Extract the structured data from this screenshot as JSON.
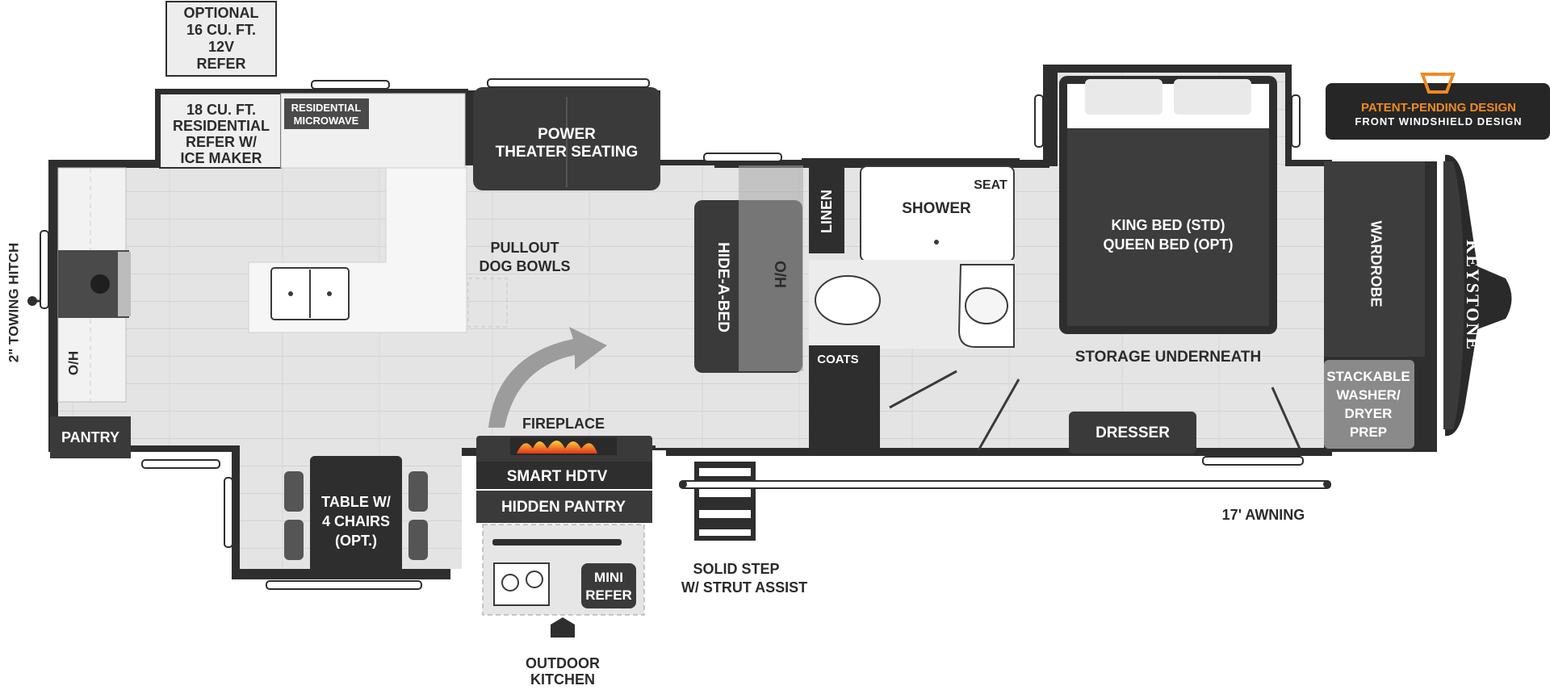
{
  "labels": {
    "optional_refer": [
      "OPTIONAL",
      "16 CU. FT.",
      "12V",
      "REFER"
    ],
    "residential_refer": [
      "18 CU. FT.",
      "RESIDENTIAL",
      "REFER W/",
      "ICE MAKER"
    ],
    "residential_microwave": [
      "RESIDENTIAL",
      "MICROWAVE"
    ],
    "power_theater_seating": [
      "POWER",
      "THEATER SEATING"
    ],
    "pullout_dog_bowls": [
      "PULLOUT",
      "DOG BOWLS"
    ],
    "towing_hitch": "2\" TOWING HITCH",
    "oh_kitchen": "O/H",
    "pantry": "PANTRY",
    "hide_a_bed": "HIDE-A-BED",
    "oh_living": "O/H",
    "linen": "LINEN",
    "shower": "SHOWER",
    "seat": "SEAT",
    "coats": "COATS",
    "bed": [
      "KING BED (STD)",
      "QUEEN BED (OPT)"
    ],
    "wardrobe": "WARDROBE",
    "brand": "KEYSTONE",
    "storage_underneath": "STORAGE UNDERNEATH",
    "dresser": "DRESSER",
    "washer_dryer": [
      "STACKABLE",
      "WASHER/",
      "DRYER",
      "PREP"
    ],
    "fireplace": "FIREPLACE",
    "smart_hdtv": "SMART HDTV",
    "hidden_pantry": "HIDDEN PANTRY",
    "mini_refer": [
      "MINI",
      "REFER"
    ],
    "table": [
      "TABLE W/",
      "4 CHAIRS",
      "(OPT.)"
    ],
    "solid_step": [
      "SOLID STEP",
      "W/ STRUT ASSIST"
    ],
    "awning": "17' AWNING",
    "outdoor_kitchen": [
      "OUTDOOR",
      "KITCHEN"
    ]
  },
  "badge": {
    "line1": "PATENT-PENDING DESIGN",
    "line2": "FRONT WINDSHIELD DESIGN"
  },
  "colors": {
    "floor": "#e4e4e4",
    "wall": "#2e2e2e",
    "dark_fixture": "#3d3d3d",
    "badge_orange": "#f08a24"
  }
}
